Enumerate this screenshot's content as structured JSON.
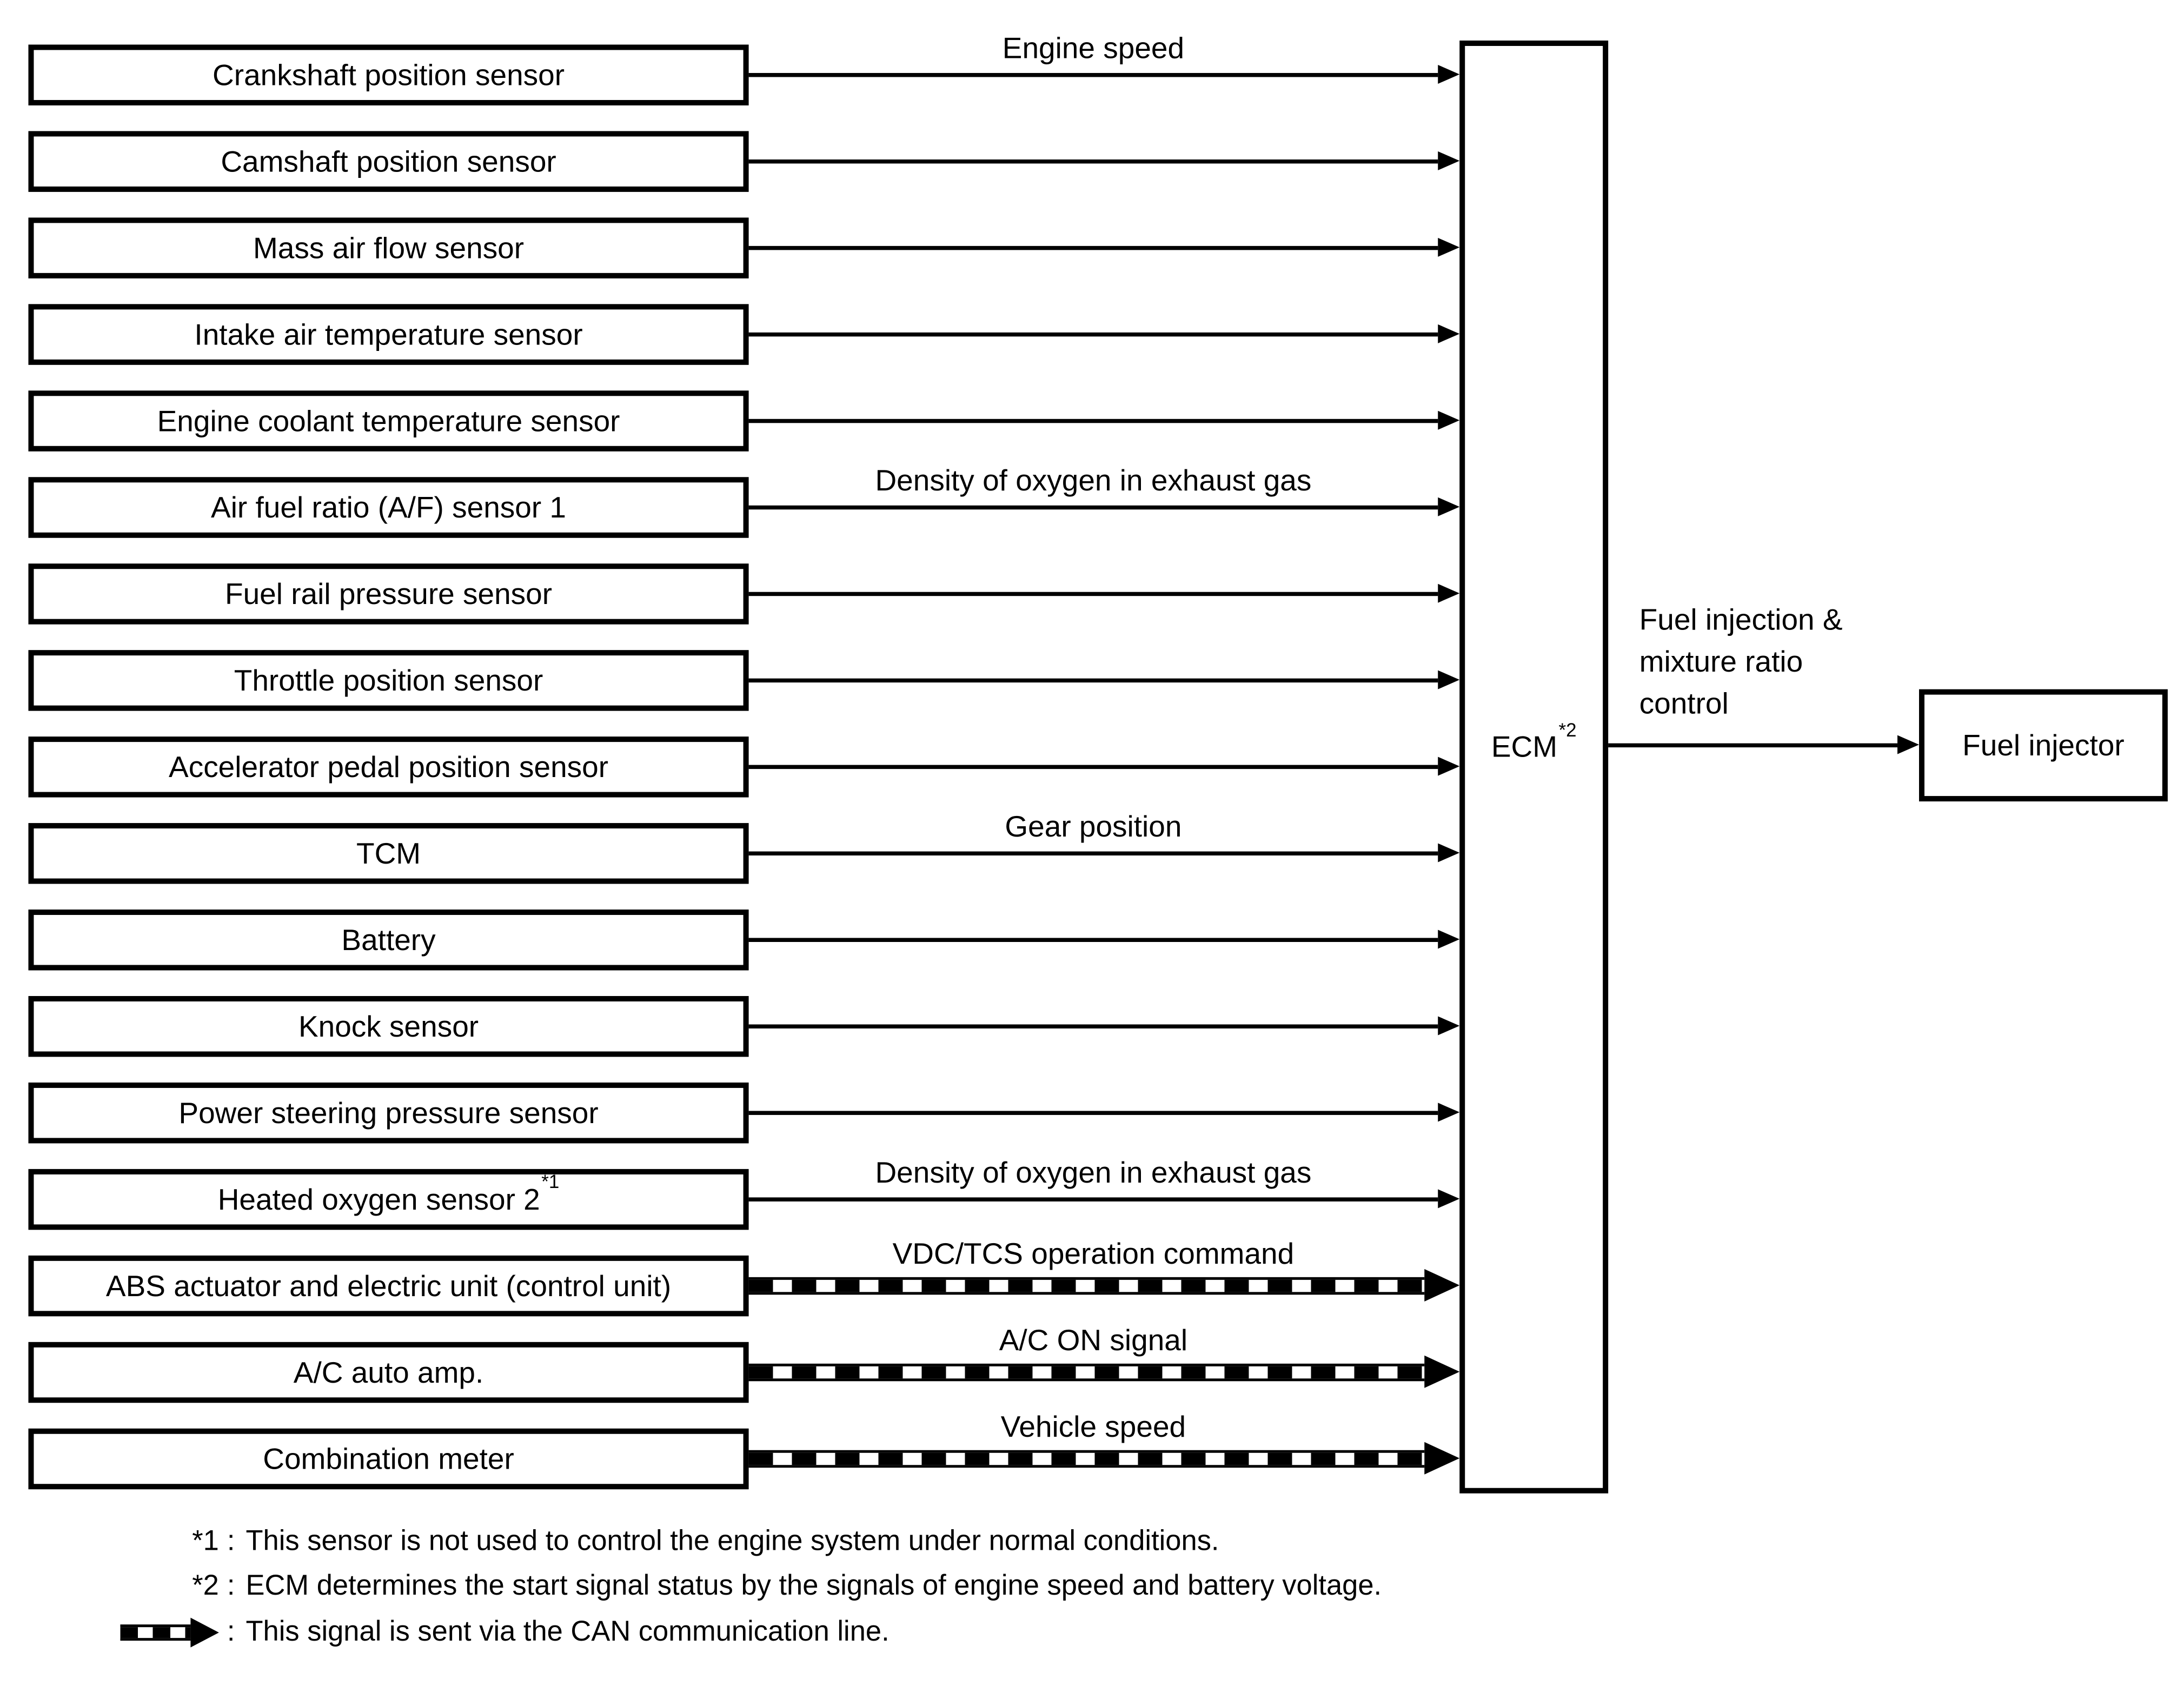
{
  "diagram": {
    "colors": {
      "line": "#000000",
      "background": "#ffffff"
    },
    "sensors": [
      {
        "label": "Crankshaft position sensor",
        "signal": "Engine speed",
        "can": false
      },
      {
        "label": "Camshaft position sensor",
        "can": false
      },
      {
        "label": "Mass air flow sensor",
        "can": false
      },
      {
        "label": "Intake air temperature sensor",
        "can": false
      },
      {
        "label": "Engine coolant temperature sensor",
        "can": false
      },
      {
        "label": "Air fuel ratio (A/F) sensor 1",
        "signal": "Density of oxygen in exhaust gas",
        "can": false
      },
      {
        "label": "Fuel rail pressure sensor",
        "can": false
      },
      {
        "label": "Throttle position sensor",
        "can": false
      },
      {
        "label": "Accelerator pedal position sensor",
        "can": false
      },
      {
        "label": "TCM",
        "signal": "Gear position",
        "can": false
      },
      {
        "label": "Battery",
        "can": false
      },
      {
        "label": "Knock sensor",
        "can": false
      },
      {
        "label": "Power steering pressure sensor",
        "can": false
      },
      {
        "label": "Heated oxygen sensor 2",
        "sup": "*1",
        "signal": "Density of oxygen in exhaust gas",
        "can": false
      },
      {
        "label": "ABS actuator and electric unit (control unit)",
        "signal": "VDC/TCS operation command",
        "can": true
      },
      {
        "label": "A/C auto amp.",
        "signal": "A/C ON signal",
        "can": true
      },
      {
        "label": "Combination meter",
        "signal": "Vehicle speed",
        "can": true
      }
    ],
    "ecm": {
      "label": "ECM",
      "sup": "*2"
    },
    "output": {
      "label_lines": [
        "Fuel injection &",
        "mixture ratio",
        "control"
      ],
      "target": "Fuel injector"
    },
    "footnote_separator": ":",
    "footnotes": [
      {
        "marker": "*1",
        "text": "This sensor is not used to control the engine system under normal conditions."
      },
      {
        "marker": "*2",
        "text": "ECM determines the start signal status by the signals of engine speed and battery voltage."
      },
      {
        "icon": "can-arrow-icon",
        "text": "This signal is sent via the CAN communication line."
      }
    ]
  }
}
